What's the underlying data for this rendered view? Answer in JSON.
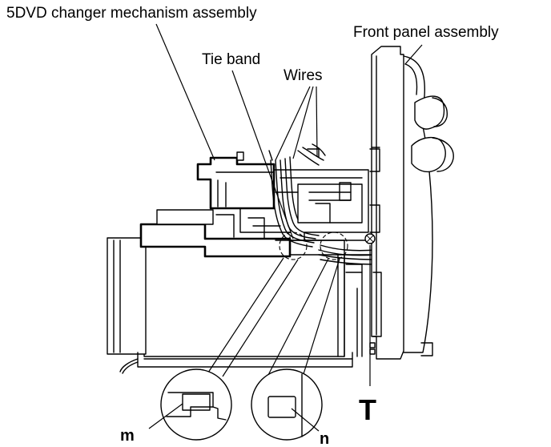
{
  "labels": {
    "mechanism": "5DVD changer mechanism assembly",
    "front_panel": "Front panel assembly",
    "tie_band": "Tie band",
    "wires": "Wires",
    "callout_m": "m",
    "callout_n": "n",
    "screw_t": "T"
  }
}
